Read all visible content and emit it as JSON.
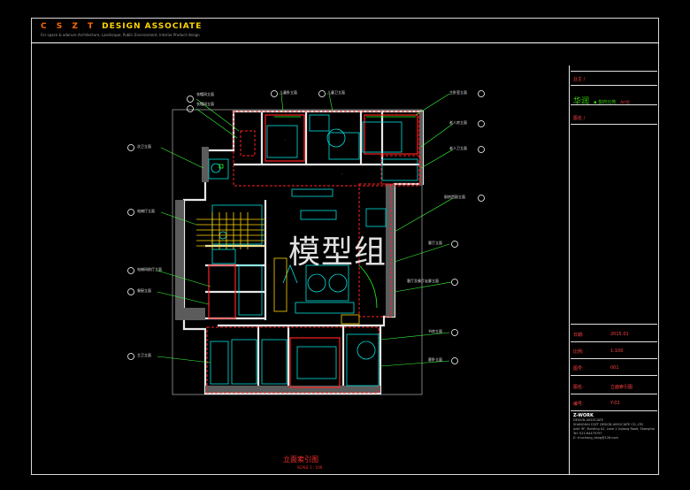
{
  "brand": {
    "letters": "C S Z T",
    "name": "DESIGN ASSOCIATE",
    "subtitle": "For space & adorure Architecture, Landscape, Public Environment, Interior Product design"
  },
  "watermark": "模型组",
  "plan": {
    "title": "立面索引图",
    "scale": "SCALE 1 : 100"
  },
  "panel": {
    "client_label": "业主 /",
    "project_name": "华润",
    "project_detail": "▪ 悦府北苑",
    "project_unit": "A户型",
    "drawing_label": "图名 /",
    "date_label": "日期:",
    "date_value": "2015.01",
    "scale_label": "比例:",
    "scale_value": "1:100",
    "number_label": "图号:",
    "number_value": "001",
    "name_label": "图名:",
    "name_value": "立面索引图",
    "code_label": "编号:",
    "code_value": "Y-02",
    "footer": [
      "Z-WORK",
      "DESIGN ASSOCIATE",
      "SHANGHAI CSZT DESIGN ASSOCIATE CO.,LTD",
      "Add: 9F, Building A1, Lane 1 Jiujiang Road, Shanghai",
      "Tel: 021-64475797",
      "E: chuchang_dong@126.com"
    ]
  },
  "leaders": [
    {
      "id": "l1",
      "text": "衣帽间立面"
    },
    {
      "id": "l2",
      "text": "衣帽间立面"
    },
    {
      "id": "l3",
      "text": "次卫立面"
    },
    {
      "id": "l4",
      "text": "电梯厅立面"
    },
    {
      "id": "l5",
      "text": "电梯间前厅立面"
    },
    {
      "id": "l6",
      "text": "餐厨立面"
    },
    {
      "id": "l7",
      "text": "主卫立面"
    },
    {
      "id": "l8",
      "text": "儿童卧立面"
    },
    {
      "id": "l9",
      "text": "儿童卫立面"
    },
    {
      "id": "l10",
      "text": "主卧室立面"
    },
    {
      "id": "l11",
      "text": "老人房立面"
    },
    {
      "id": "l12",
      "text": "老人卫立面"
    },
    {
      "id": "l13",
      "text": "厨房西厨立面"
    },
    {
      "id": "l14",
      "text": "客厅立面"
    },
    {
      "id": "l15",
      "text": "客厅及餐厅走廊立面"
    },
    {
      "id": "l16",
      "text": "书房立面"
    },
    {
      "id": "l17",
      "text": "客卧立面"
    }
  ],
  "colors": {
    "wall": "#e8e8e8",
    "red": "#ff2020",
    "cyan": "#00e0e0",
    "green": "#20ff20",
    "yellow": "#ffd400",
    "orange": "#ff6a00"
  }
}
